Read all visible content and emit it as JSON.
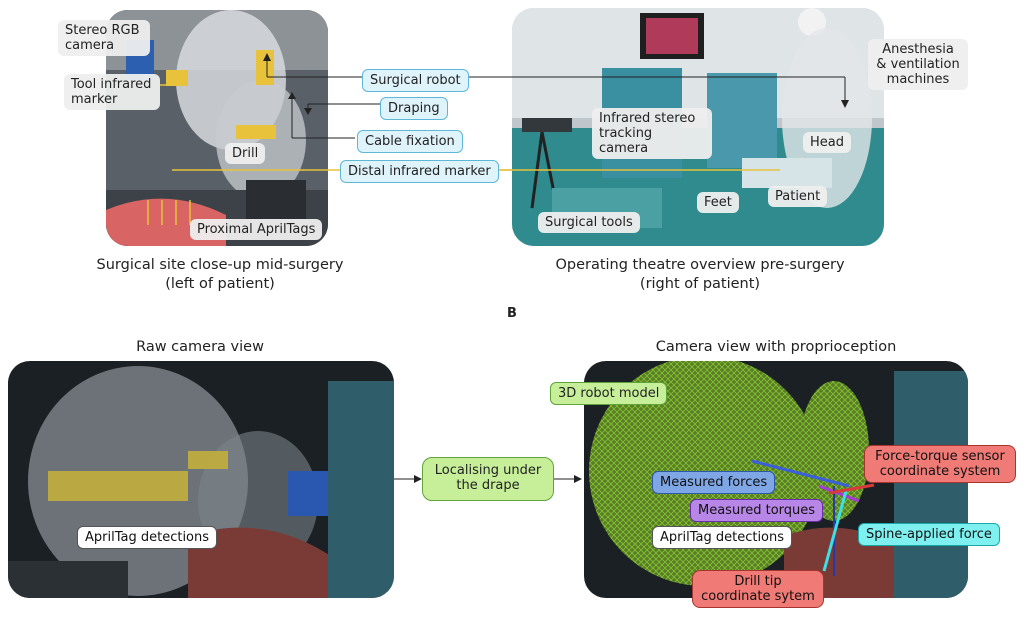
{
  "panel_a": {
    "left_caption_1": "Surgical site close-up mid-surgery",
    "left_caption_2": "(left of patient)",
    "right_caption_1": "Operating theatre overview pre-surgery",
    "right_caption_2": "(right of patient)",
    "left_labels": {
      "stereo_rgb": "Stereo RGB\ncamera",
      "tool_marker": "Tool infrared\nmarker",
      "drill": "Drill",
      "proximal": "Proximal AprilTags"
    },
    "center_labels": {
      "surgical_robot": "Surgical robot",
      "draping": "Draping",
      "cable_fixation": "Cable fixation",
      "distal_marker": "Distal infrared marker"
    },
    "right_labels": {
      "anesthesia": "Anesthesia\n& ventilation\nmachines",
      "tracking_camera": "Infrared stereo\ntracking camera",
      "head": "Head",
      "feet": "Feet",
      "patient": "Patient",
      "surgical_tools": "Surgical tools"
    }
  },
  "panel_b": {
    "section_letter": "B",
    "left_title": "Raw camera view",
    "right_title": "Camera view with proprioception",
    "localising": "Localising under\nthe drape",
    "labels": {
      "apriltag_left": "AprilTag detections",
      "robot_model": "3D robot model",
      "measured_forces": "Measured forces",
      "measured_torques": "Measured torques",
      "apriltag_right": "AprilTag detections",
      "ft_sensor": "Force-torque sensor\ncoordinate system",
      "spine_force": "Spine-applied force",
      "drill_tip": "Drill tip\ncoordinate sytem"
    }
  },
  "colors": {
    "cyan_box": "#dff3fb",
    "green_box": "#c7ef9a",
    "blue_box": "#7fa7e6",
    "purple_box": "#b786e6",
    "red_box": "#ef7a76",
    "cyan_bright_box": "#7ff0f0"
  }
}
